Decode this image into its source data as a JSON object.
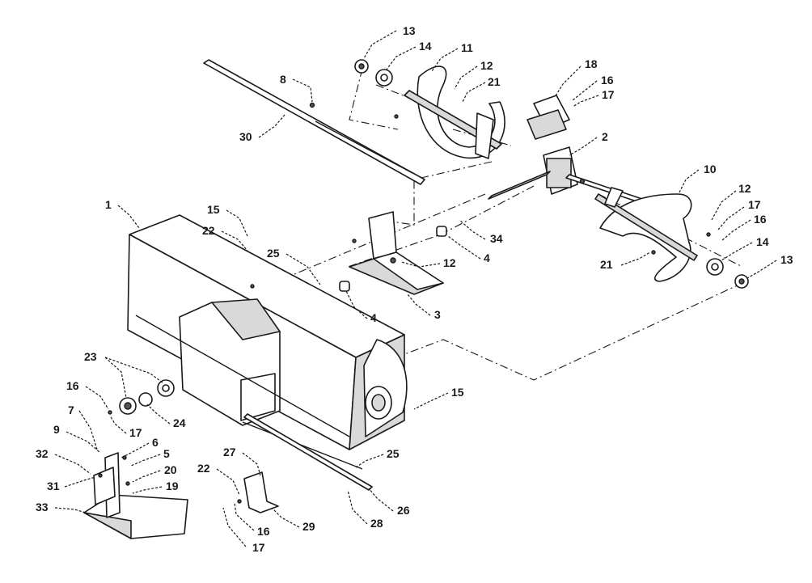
{
  "diagram": {
    "callouts": [
      "13",
      "14",
      "11",
      "12",
      "21",
      "18",
      "16",
      "17",
      "8",
      "30",
      "2",
      "10",
      "12",
      "17",
      "16",
      "14",
      "13",
      "21",
      "1",
      "15",
      "22",
      "25",
      "34",
      "4",
      "12",
      "4",
      "3",
      "23",
      "16",
      "24",
      "17",
      "7",
      "9",
      "6",
      "5",
      "32",
      "31",
      "20",
      "19",
      "33",
      "27",
      "22",
      "16",
      "17",
      "29",
      "28",
      "25",
      "26",
      "15"
    ]
  }
}
